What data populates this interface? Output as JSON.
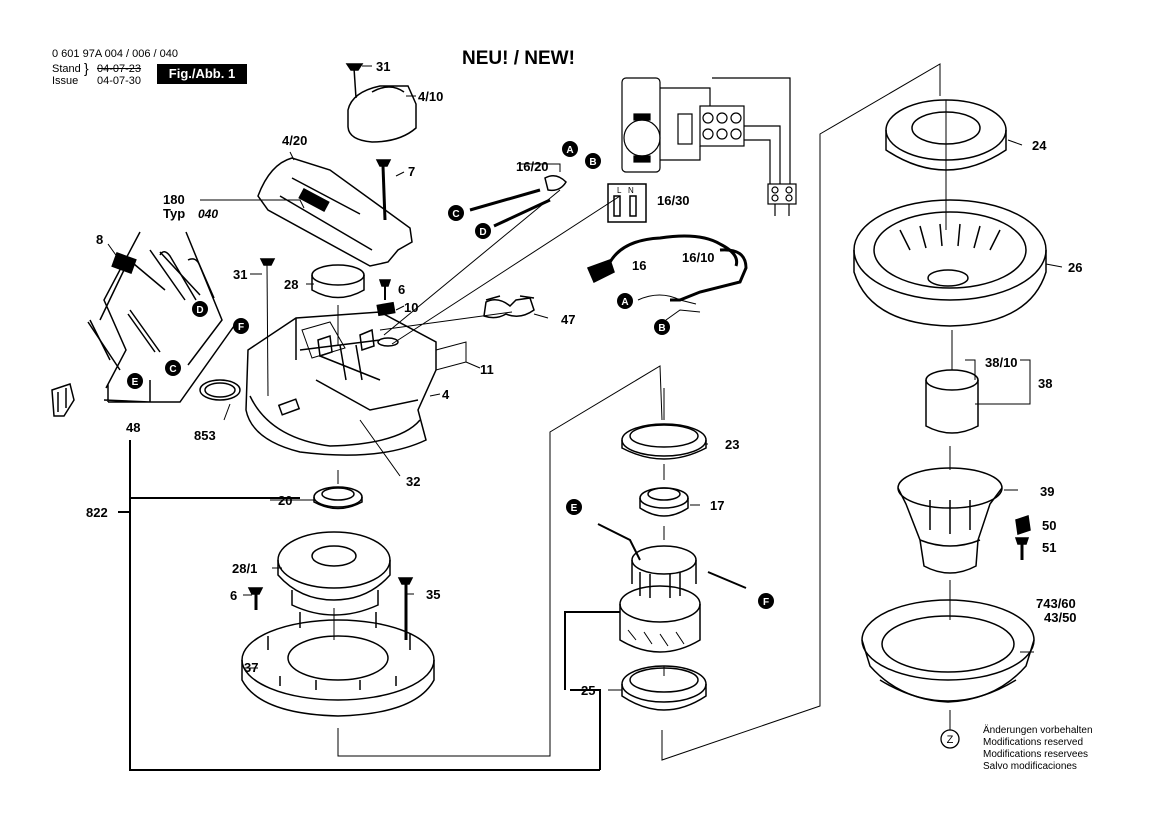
{
  "header": {
    "part_numbers": "0 601 97A 004 / 006 / 040",
    "stand_label": "Stand",
    "issue_label": "Issue",
    "stand_date": "04-07-23",
    "issue_date": "04-07-30",
    "figure_label": "Fig./Abb. 1",
    "new_label": "NEU! / NEW!"
  },
  "parts": {
    "p31_top": "31",
    "p4_10": "4/10",
    "p4_20": "4/20",
    "p7": "7",
    "p180": "180",
    "typ": "Typ",
    "typ_value": "040",
    "p8": "8",
    "p31": "31",
    "p28": "28",
    "p6": "6",
    "p10": "10",
    "p47": "47",
    "p11": "11",
    "p4": "4",
    "p853": "853",
    "p32": "32",
    "p48": "48",
    "p822": "822",
    "p20": "20",
    "p28_1": "28/1",
    "p6b": "6",
    "p35": "35",
    "p37": "37",
    "p16_20": "16/20",
    "p16_30": "16/30",
    "p16": "16",
    "p16_10": "16/10",
    "p23": "23",
    "p17": "17",
    "p25": "25",
    "p24": "24",
    "p26": "26",
    "p38_10": "38/10",
    "p38": "38",
    "p39": "39",
    "p50": "50",
    "p51": "51",
    "p743_60": "743/60",
    "p43_50": "43/50"
  },
  "switch": {
    "L": "L",
    "N": "N"
  },
  "connectors": {
    "A": "A",
    "B": "B",
    "C": "C",
    "D": "D",
    "E": "E",
    "F": "F",
    "Z": "Z"
  },
  "notes": [
    "Änderungen vorbehalten",
    "Modifications reserved",
    "Modifications reservees",
    "Salvo modificaciones"
  ]
}
